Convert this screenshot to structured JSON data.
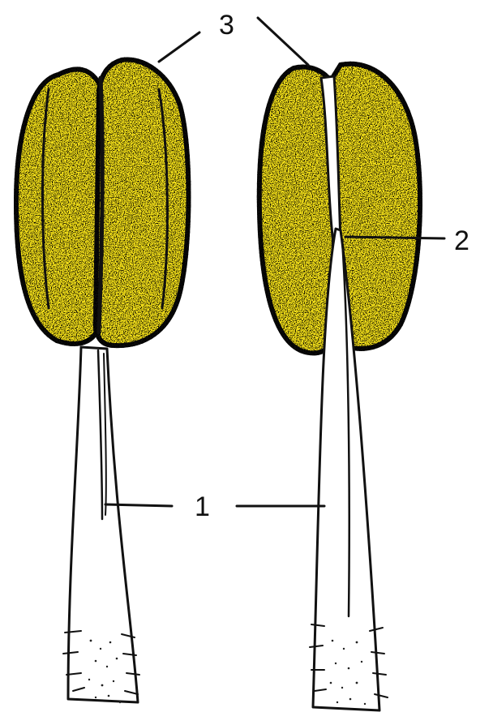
{
  "labels": {
    "filament": "1",
    "connective": "2",
    "anther": "3"
  },
  "colors": {
    "anther_yellow": "#F6E21A",
    "ink": "#111111",
    "filament_fill": "#ffffff"
  }
}
